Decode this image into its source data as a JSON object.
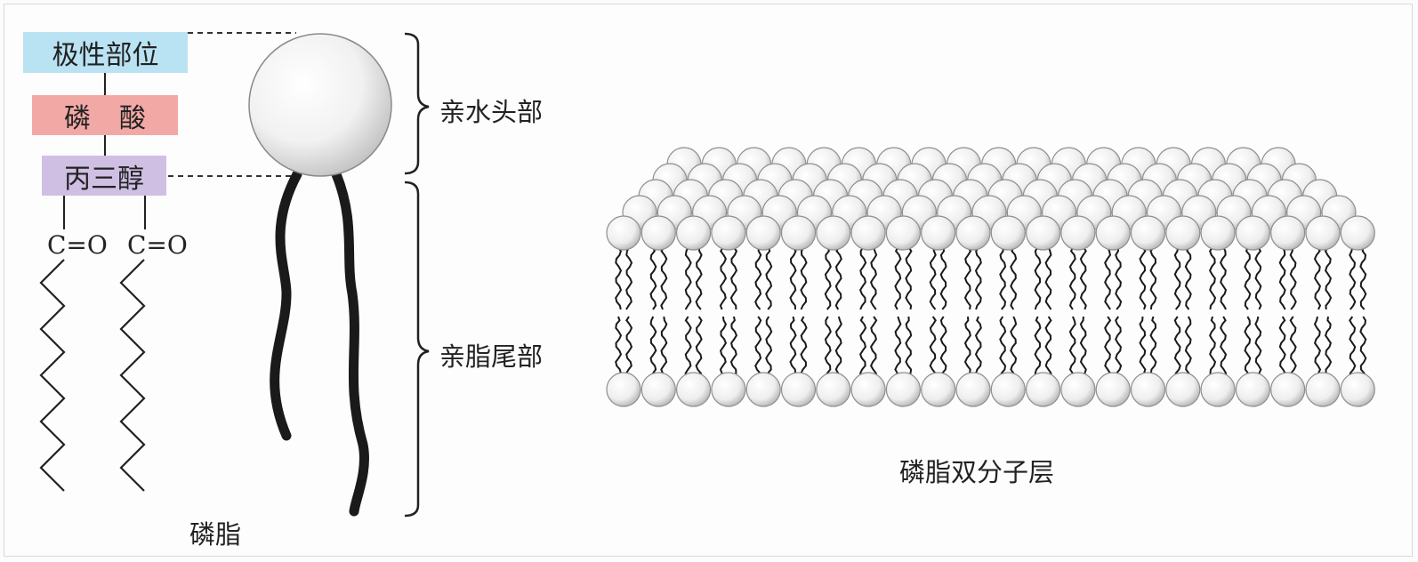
{
  "left_panel": {
    "polar_region": "极性部位",
    "phosphate": "磷酸",
    "glycerol": "丙三醇",
    "carbonyl_1": "C=O",
    "carbonyl_2": "C=O",
    "caption": "磷脂"
  },
  "model": {
    "hydrophilic_head": "亲水头部",
    "hydrophobic_tail": "亲脂尾部"
  },
  "bilayer": {
    "caption": "磷脂双分子层"
  },
  "colors": {
    "polar_box": "#b9e2f3",
    "phosphate_box": "#f2a9a5",
    "glycerol_box": "#cfc0e3",
    "tail": "#1a1a1a"
  }
}
